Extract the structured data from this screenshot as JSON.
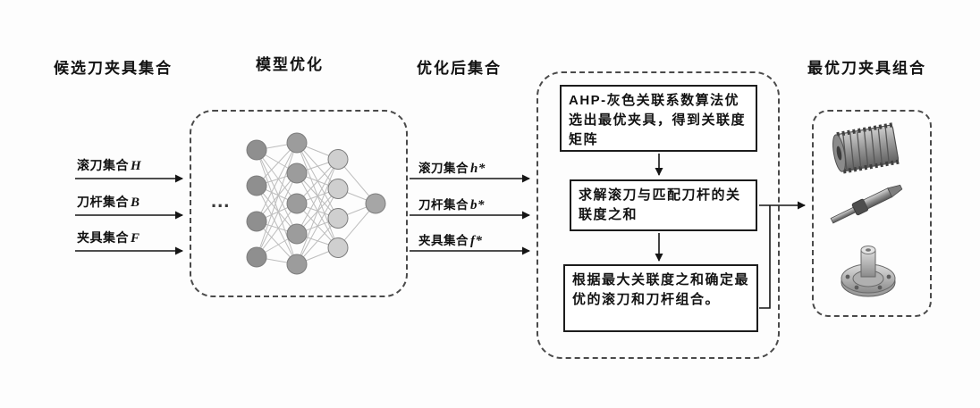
{
  "headers": {
    "candidate_set": "候选刀夹具集合",
    "model_optimization": "模型优化",
    "optimized_set": "优化后集合",
    "optimal_combination": "最优刀夹具组合"
  },
  "input_sets": [
    {
      "prefix": "滚刀集合",
      "var": "H"
    },
    {
      "prefix": "刀杆集合",
      "var": "B"
    },
    {
      "prefix": "夹具集合",
      "var": "F"
    }
  ],
  "optimized_sets": [
    {
      "prefix": "滚刀集合",
      "var": "h*"
    },
    {
      "prefix": "刀杆集合",
      "var": "b*"
    },
    {
      "prefix": "夹具集合",
      "var": "f*"
    }
  ],
  "process_steps": [
    "AHP-灰色关联系数算法优选出最优夹具，得到关联度矩阵",
    "求解滚刀与匹配刀杆的关联度之和",
    "根据最大关联度之和确定最优的滚刀和刀杆组合。"
  ],
  "neural_network": {
    "ellipsis": "...",
    "layers": [
      4,
      5,
      4,
      1
    ]
  },
  "result_images": [
    {
      "name": "hob-cutter"
    },
    {
      "name": "tool-arbor"
    },
    {
      "name": "fixture"
    }
  ],
  "colors": {
    "node_dark": "#8f8f8f",
    "node_mid": "#9c9c9c",
    "node_light": "#cfcfcf",
    "node_output": "#a6a6a6",
    "edge": "#bdbdbd",
    "line": "#151515",
    "dashed_border": "#4a4a4a"
  }
}
